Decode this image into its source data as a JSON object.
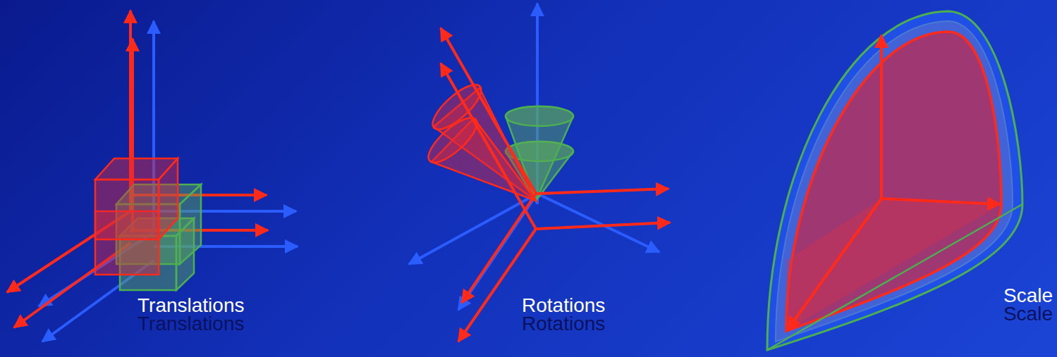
{
  "diagram": {
    "labels": [
      "Translations",
      "Translations",
      "Rotations",
      "Rotations",
      "Scale",
      "Scale"
    ]
  }
}
